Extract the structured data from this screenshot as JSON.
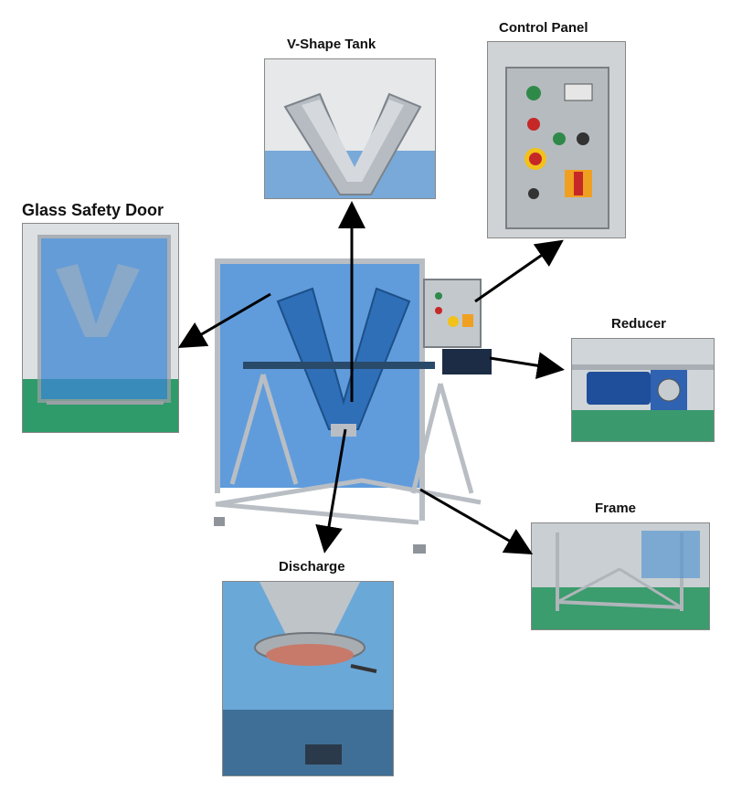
{
  "labels": {
    "tank": "V-Shape Tank",
    "control": "Control Panel",
    "door": "Glass Safety Door",
    "reducer": "Reducer",
    "frame": "Frame",
    "discharge": "Discharge"
  },
  "colors": {
    "blue_glass": "#3d86d4",
    "steel": "#b9bec4",
    "arrow": "#000000"
  }
}
